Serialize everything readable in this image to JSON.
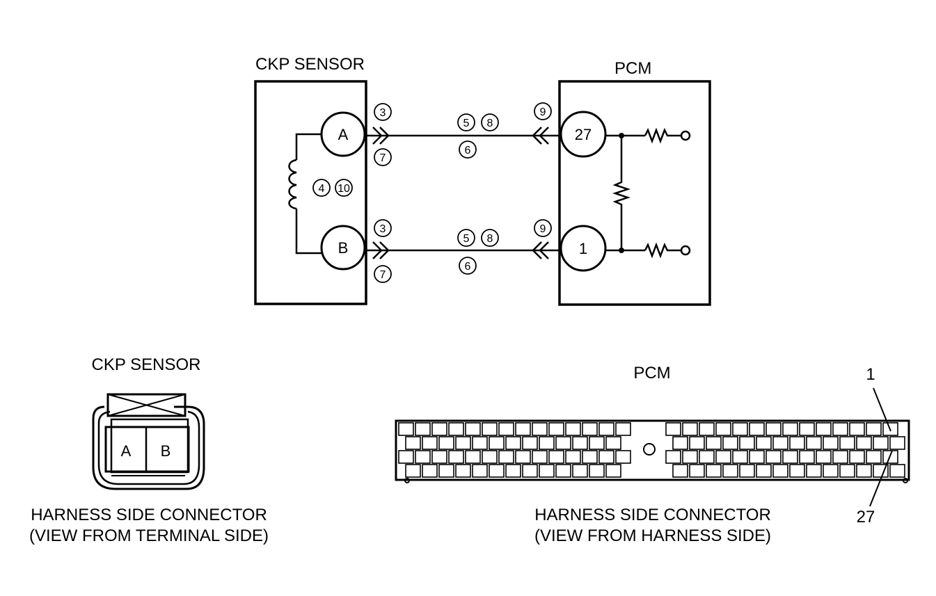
{
  "top": {
    "sensor_title": "CKP SENSOR",
    "pcm_title": "PCM",
    "sensor_pin_a": "A",
    "sensor_pin_b": "B",
    "pcm_pin_27": "27",
    "pcm_pin_1": "1",
    "callouts": {
      "a_upper": "3",
      "a_lower": "7",
      "coil_1": "4",
      "coil_2": "10",
      "b_upper": "3",
      "b_lower": "7",
      "wire_top_1": "5",
      "wire_top_2": "8",
      "wire_top_mid": "6",
      "wire_bot_1": "5",
      "wire_bot_2": "8",
      "wire_bot_mid": "6",
      "pcm_top": "9",
      "pcm_bot": "9"
    }
  },
  "sensor_connector": {
    "title": "CKP SENSOR",
    "pin_a": "A",
    "pin_b": "B",
    "caption_line1": "HARNESS SIDE CONNECTOR",
    "caption_line2": "(VIEW FROM TERMINAL SIDE)"
  },
  "pcm_connector": {
    "title": "PCM",
    "label_1": "1",
    "label_27": "27",
    "caption_line1": "HARNESS SIDE CONNECTOR",
    "caption_line2": "(VIEW FROM HARNESS SIDE)"
  },
  "colors": {
    "ink": "#000000",
    "paper": "#ffffff"
  }
}
